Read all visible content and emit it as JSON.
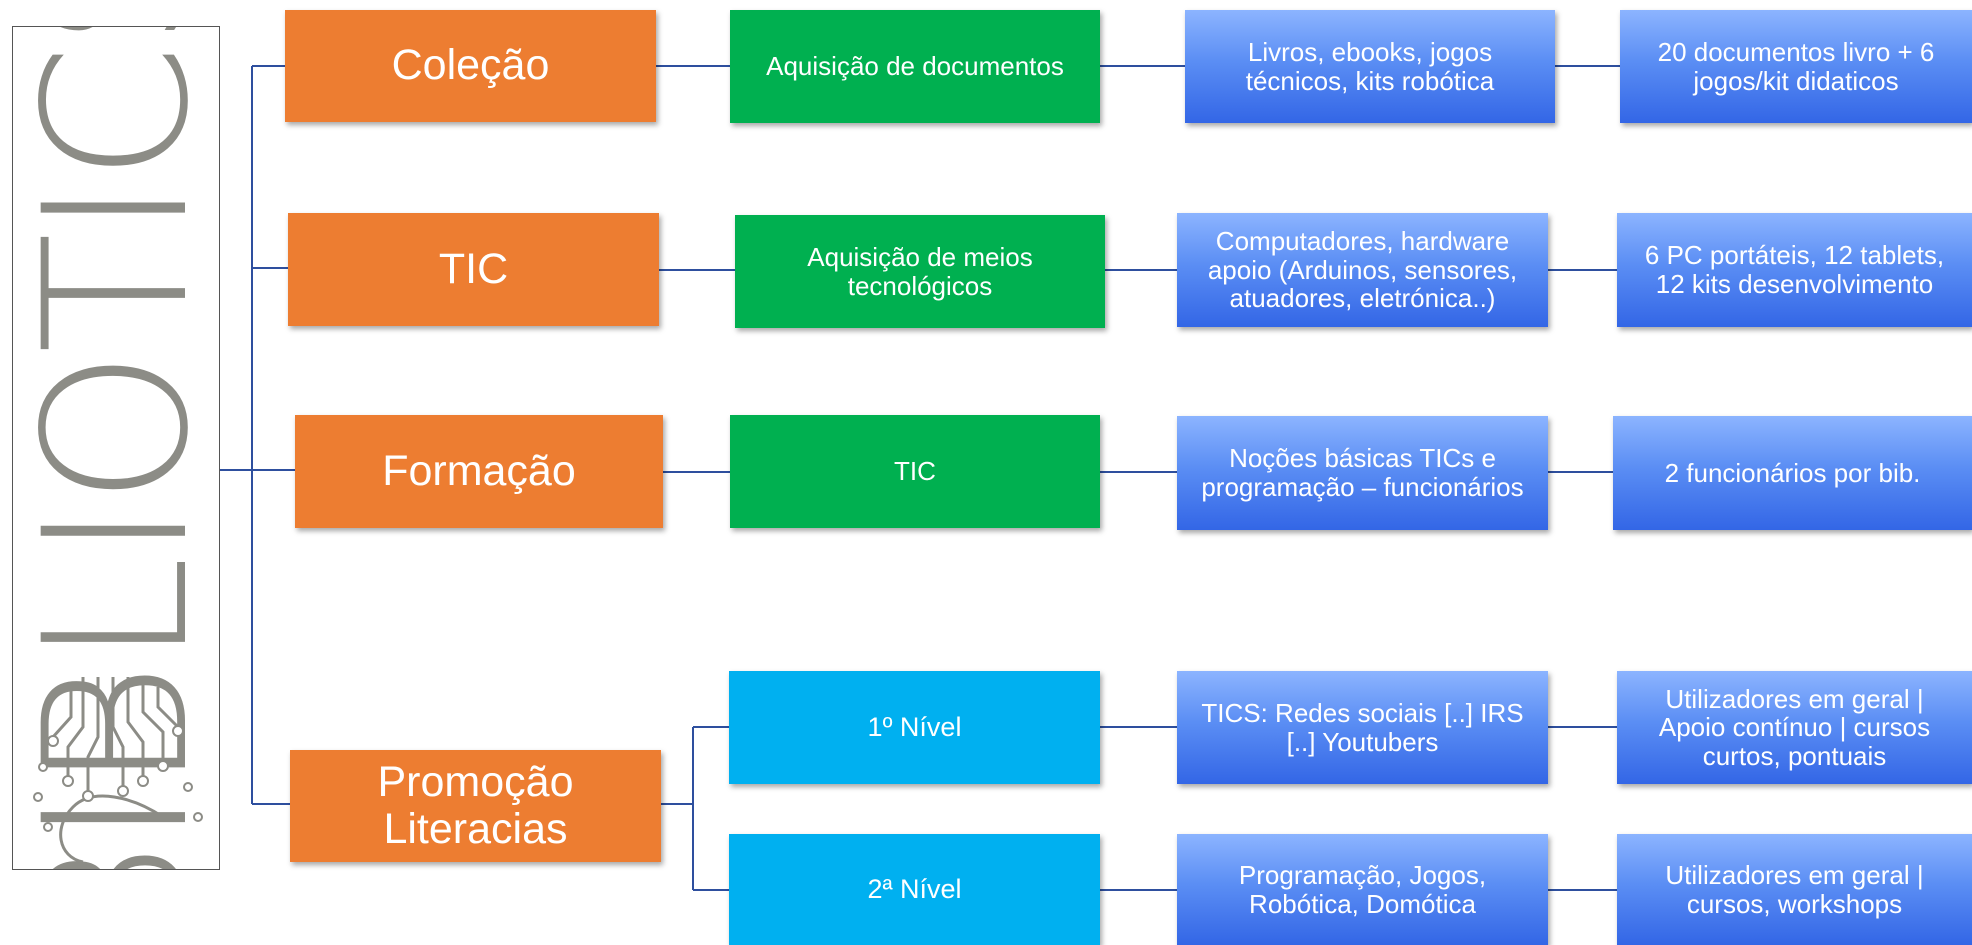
{
  "logo": {
    "text": "BIBLIOTICS",
    "icon": "circuit-head-icon"
  },
  "colors": {
    "category": "#ed7d31",
    "action": "#00b050",
    "level": "#00b0f0",
    "detail": "#4a7ff0",
    "connector": "#2e4f9e"
  },
  "rows": [
    {
      "category": "Coleção",
      "action": "Aquisição de documentos",
      "detail": "Livros, ebooks, jogos\ntécnicos, kits robótica",
      "target": "20 documentos livro + 6\njogos/kit didaticos"
    },
    {
      "category": "TIC",
      "action": "Aquisição de meios\ntecnológicos",
      "detail": "Computadores, hardware\napoio (Arduinos, sensores,\natuadores, eletrónica..)",
      "target": "6 PC portáteis, 12 tablets,\n12 kits desenvolvimento"
    },
    {
      "category": "Formação",
      "action": "TIC",
      "detail": "Noções básicas TICs e\nprogramação – funcionários",
      "target": "2 funcionários por bib."
    },
    {
      "category": "Promoção\nLiteracias",
      "levels": [
        {
          "level": "1º Nível",
          "detail": "TICS: Redes sociais [..] IRS\n[..] Youtubers",
          "target": "Utilizadores em geral |\nApoio contínuo | cursos\ncurtos, pontuais"
        },
        {
          "level": "2ª Nível",
          "detail": "Programação, Jogos,\nRobótica, Domótica",
          "target": "Utilizadores em geral |\ncursos,  workshops"
        }
      ]
    }
  ]
}
